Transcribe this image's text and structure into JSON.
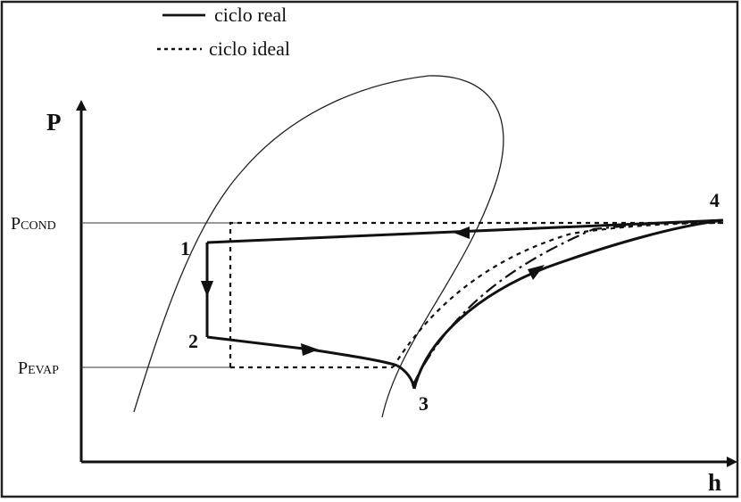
{
  "legend": {
    "real": "ciclo real",
    "ideal": "ciclo ideal"
  },
  "axes": {
    "y": "P",
    "x": "h"
  },
  "pressure_labels": {
    "cond_p": "P",
    "cond_sub": "COND",
    "evap_p": "P",
    "evap_sub": "EVAP"
  },
  "points": {
    "p1": "1",
    "p2": "2",
    "p3": "3",
    "p4": "4"
  },
  "colors": {
    "ink": "#111111",
    "frame": "#222222"
  }
}
